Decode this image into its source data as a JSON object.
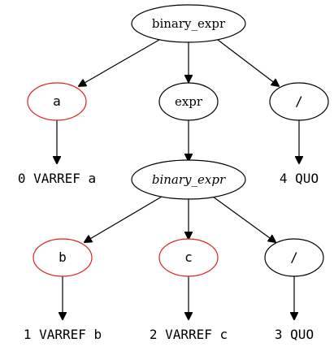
{
  "colors": {
    "normal_stroke": "#000000",
    "highlight_stroke": "#e0201b"
  },
  "nodes": {
    "root": {
      "label": "binary_expr"
    },
    "a": {
      "label": "a",
      "highlighted": true
    },
    "expr": {
      "label": "expr"
    },
    "quo_top": {
      "label": "/"
    },
    "varref_a": {
      "label": "0 VARREF a"
    },
    "quo_top_leaf": {
      "label": "4 QUO"
    },
    "binary_expr_inner": {
      "label": "binary_expr",
      "italic": true
    },
    "b": {
      "label": "b",
      "highlighted": true
    },
    "c": {
      "label": "c",
      "highlighted": true
    },
    "quo_inner": {
      "label": "/"
    },
    "varref_b": {
      "label": "1 VARREF b"
    },
    "varref_c": {
      "label": "2 VARREF c"
    },
    "quo_inner_leaf": {
      "label": "3 QUO"
    }
  },
  "edges": [
    [
      "root",
      "a"
    ],
    [
      "root",
      "expr"
    ],
    [
      "root",
      "quo_top"
    ],
    [
      "a",
      "varref_a"
    ],
    [
      "expr",
      "binary_expr_inner"
    ],
    [
      "quo_top",
      "quo_top_leaf"
    ],
    [
      "binary_expr_inner",
      "b"
    ],
    [
      "binary_expr_inner",
      "c"
    ],
    [
      "binary_expr_inner",
      "quo_inner"
    ],
    [
      "b",
      "varref_b"
    ],
    [
      "c",
      "varref_c"
    ],
    [
      "quo_inner",
      "quo_inner_leaf"
    ]
  ]
}
